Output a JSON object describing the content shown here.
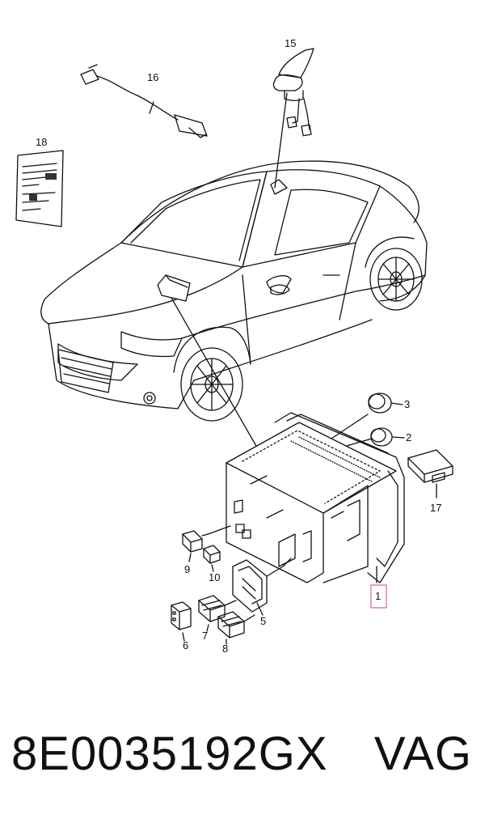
{
  "diagram": {
    "callouts": [
      {
        "id": "1",
        "label": "1",
        "highlighted": true
      },
      {
        "id": "2",
        "label": "2"
      },
      {
        "id": "3",
        "label": "3"
      },
      {
        "id": "5",
        "label": "5"
      },
      {
        "id": "6",
        "label": "6"
      },
      {
        "id": "7",
        "label": "7"
      },
      {
        "id": "8",
        "label": "8"
      },
      {
        "id": "9",
        "label": "9"
      },
      {
        "id": "10",
        "label": "10"
      },
      {
        "id": "15",
        "label": "15"
      },
      {
        "id": "16",
        "label": "16"
      },
      {
        "id": "17",
        "label": "17"
      },
      {
        "id": "18",
        "label": "18"
      }
    ],
    "highlight_color": "#e06b7a"
  },
  "footer": {
    "part_number": "8E0035192GX",
    "brand": "VAG"
  }
}
